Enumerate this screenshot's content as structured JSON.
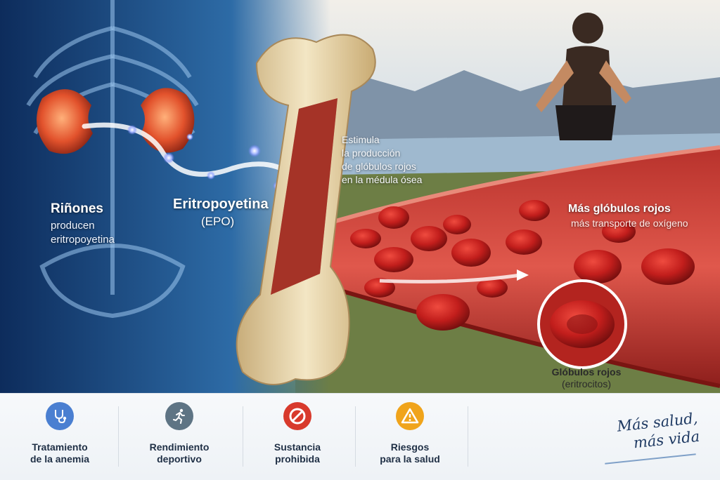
{
  "scene": {
    "kidneys_title": "Riñones",
    "kidneys_sub": "producen\neritropoyetina",
    "epo_name": "Eritropoyetina",
    "epo_abbr": "(EPO)",
    "marrow_text": "Estimula\nla producción\nde glóbulos rojos\nen la médula ósea",
    "rbc_title": "Más glóbulos rojos",
    "rbc_sub": "más transporte de oxígeno",
    "erythro_title": "Glóbulos rojos",
    "erythro_sub": "(eritrocitos)"
  },
  "features": [
    {
      "label": "Tratamiento\nde la anemia",
      "icon": "stethoscope-icon",
      "color": "#4a7fd1"
    },
    {
      "label": "Rendimiento\ndeportivo",
      "icon": "runner-icon",
      "color": "#5e7484"
    },
    {
      "label": "Sustancia\nprohibida",
      "icon": "prohibited-icon",
      "color": "#d83a2c"
    },
    {
      "label": "Riesgos\npara la salud",
      "icon": "warning-icon",
      "color": "#f0a41b"
    }
  ],
  "slogan": "Más salud,\nmás vida"
}
